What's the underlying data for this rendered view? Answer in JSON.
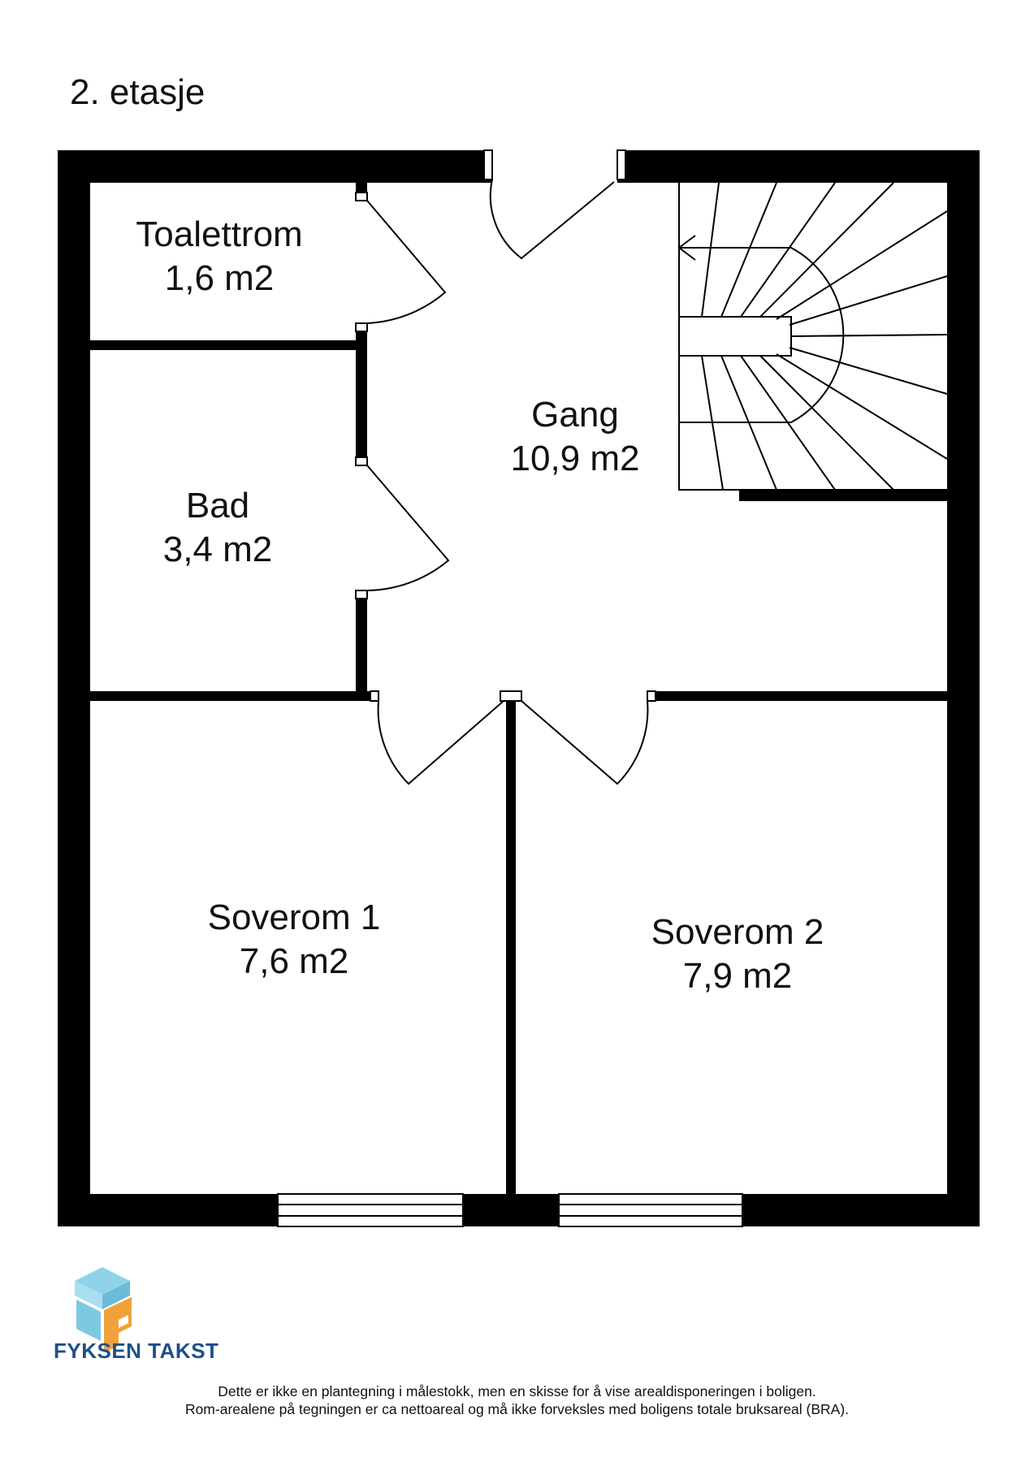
{
  "floor_title": "2. etasje",
  "rooms": [
    {
      "id": "toalettrom",
      "name": "Toalettrom",
      "area": "1,6 m2"
    },
    {
      "id": "bad",
      "name": "Bad",
      "area": "3,4 m2"
    },
    {
      "id": "gang",
      "name": "Gang",
      "area": "10,9 m2"
    },
    {
      "id": "soverom1",
      "name": "Soverom 1",
      "area": "7,6 m2"
    },
    {
      "id": "soverom2",
      "name": "Soverom 2",
      "area": "7,9 m2"
    }
  ],
  "brand": {
    "name": "FYKSEN TAKST",
    "colors": {
      "blue": "#7ec8e3",
      "orange": "#f0a23a",
      "text": "#1f4f8a"
    }
  },
  "disclaimer": {
    "line1": "Dette er ikke en plantegning i målestokk, men en skisse for å vise arealdisponeringen i boligen.",
    "line2": "Rom-arealene på tegningen er ca nettoareal og må ikke forveksles med boligens totale bruksareal (BRA)."
  },
  "colors": {
    "wall": "#000000",
    "background": "#ffffff"
  }
}
